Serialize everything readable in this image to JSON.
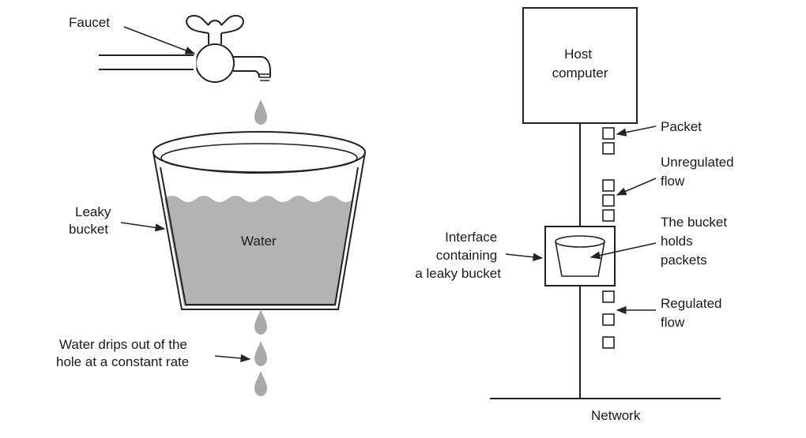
{
  "colors": {
    "ink": "#222222",
    "water": "#b3b3b3",
    "drop": "#a9a9a9",
    "background": "#ffffff"
  },
  "left": {
    "faucet_label": "Faucet",
    "bucket_label": [
      "Leaky",
      "bucket"
    ],
    "water_label": "Water",
    "drip_label": [
      "Water drips out of the",
      "hole at a constant rate"
    ]
  },
  "right": {
    "host_label": [
      "Host",
      "computer"
    ],
    "packet_label": "Packet",
    "unregulated_label": [
      "Unregulated",
      "flow"
    ],
    "bucket_holds_label": [
      "The bucket",
      "holds",
      "packets"
    ],
    "interface_label": [
      "Interface",
      "containing",
      "a leaky bucket"
    ],
    "regulated_label": [
      "Regulated",
      "flow"
    ],
    "network_label": "Network"
  }
}
